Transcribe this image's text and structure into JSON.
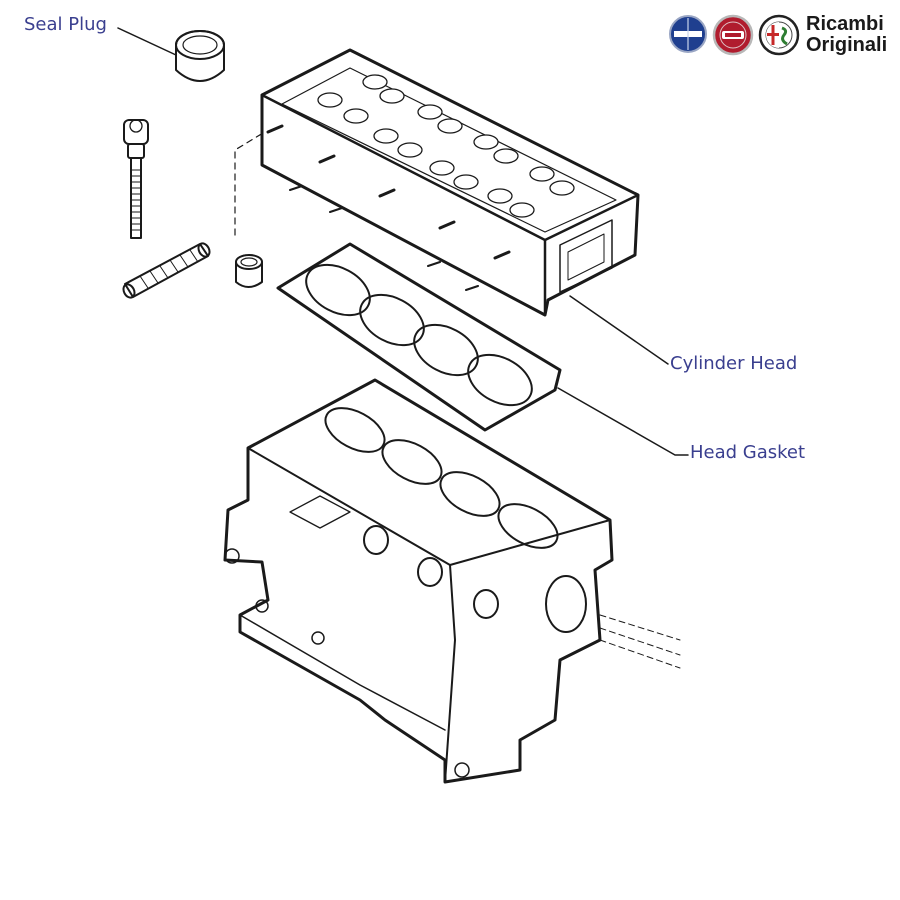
{
  "colors": {
    "callout_text": "#3a3f8f",
    "line_art": "#1a1a1a",
    "lancia_blue": "#1f3f8f",
    "fiat_red": "#b01c2e",
    "alfa_red": "#c62828",
    "alfa_green": "#2e7d32"
  },
  "callouts": {
    "seal_plug": "Seal Plug",
    "cylinder_head": "Cylinder Head",
    "head_gasket": "Head Gasket"
  },
  "brand": {
    "line1": "Ricambi",
    "line2": "Originali",
    "emblems": [
      "lancia-emblem",
      "fiat-emblem",
      "alfa-romeo-emblem"
    ]
  }
}
